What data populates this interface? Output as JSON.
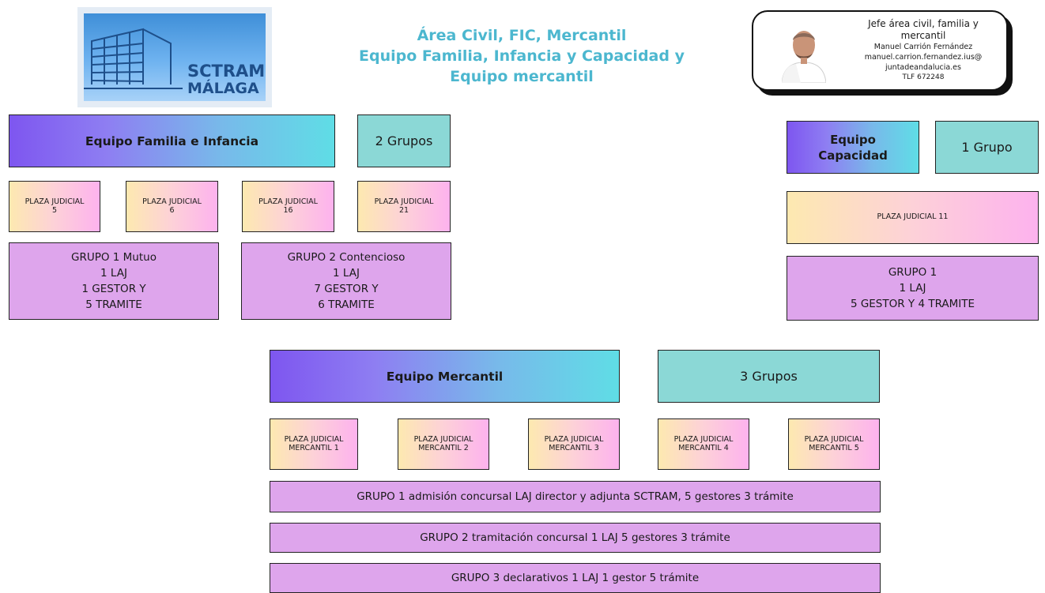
{
  "logo": {
    "line1": "SCTRAM",
    "line2": "MÁLAGA",
    "icon": "building-icon"
  },
  "title": {
    "line1": "Área Civil, FIC, Mercantil",
    "line2": "Equipo Familia, Infancia y Capacidad y",
    "line3": "Equipo  mercantil"
  },
  "contact": {
    "line1": "Jefe área civil, familia y",
    "line2": "mercantil",
    "name": "Manuel Carrión Fernández",
    "email1": "manuel.carrion.fernandez.ius@",
    "email2": "juntadeandalucia.es",
    "phone": "TLF 672248",
    "photo": "person-photo"
  },
  "familia": {
    "team": "Equipo Familia e Infancia",
    "groups": "2 Grupos",
    "plazas": [
      {
        "l1": "PLAZA JUDICIAL",
        "l2": "5"
      },
      {
        "l1": "PLAZA JUDICIAL",
        "l2": "6"
      },
      {
        "l1": "PLAZA JUDICIAL",
        "l2": "16"
      },
      {
        "l1": "PLAZA JUDICIAL",
        "l2": "21"
      }
    ],
    "grupo1": [
      "GRUPO 1 Mutuo",
      "1 LAJ",
      "1 GESTOR Y",
      "5 TRAMITE"
    ],
    "grupo2": [
      "GRUPO 2 Contencioso",
      "1 LAJ",
      "7 GESTOR Y",
      "6 TRAMITE"
    ]
  },
  "capacidad": {
    "team_l1": "Equipo",
    "team_l2": "Capacidad",
    "groups": "1 Grupo",
    "plaza": "PLAZA JUDICIAL 11",
    "grupo": [
      "GRUPO 1",
      "1 LAJ",
      "5 GESTOR Y 4 TRAMITE"
    ]
  },
  "mercantil": {
    "team": "Equipo Mercantil",
    "groups": "3 Grupos",
    "plazas": [
      {
        "l1": "PLAZA JUDICIAL",
        "l2": "MERCANTIL 1"
      },
      {
        "l1": "PLAZA JUDICIAL",
        "l2": "MERCANTIL 2"
      },
      {
        "l1": "PLAZA JUDICIAL",
        "l2": "MERCANTIL 3"
      },
      {
        "l1": "PLAZA JUDICIAL",
        "l2": "MERCANTIL 4"
      },
      {
        "l1": "PLAZA JUDICIAL",
        "l2": "MERCANTIL 5"
      }
    ],
    "grupo1": "GRUPO 1 admisión concursal  LAJ director y adjunta SCTRAM, 5 gestores 3 trámite",
    "grupo2": "GRUPO 2 tramitación concursal  1 LAJ  5 gestores 3 trámite",
    "grupo3": "GRUPO 3 declarativos  1 LAJ  1 gestor 5 trámite"
  },
  "colors": {
    "title": "#4cb7cf",
    "teal": "#8bd8d6",
    "grupo": "#dea5ec",
    "gradient_start": "#7e56f0",
    "gradient_end": "#5fdde6"
  }
}
